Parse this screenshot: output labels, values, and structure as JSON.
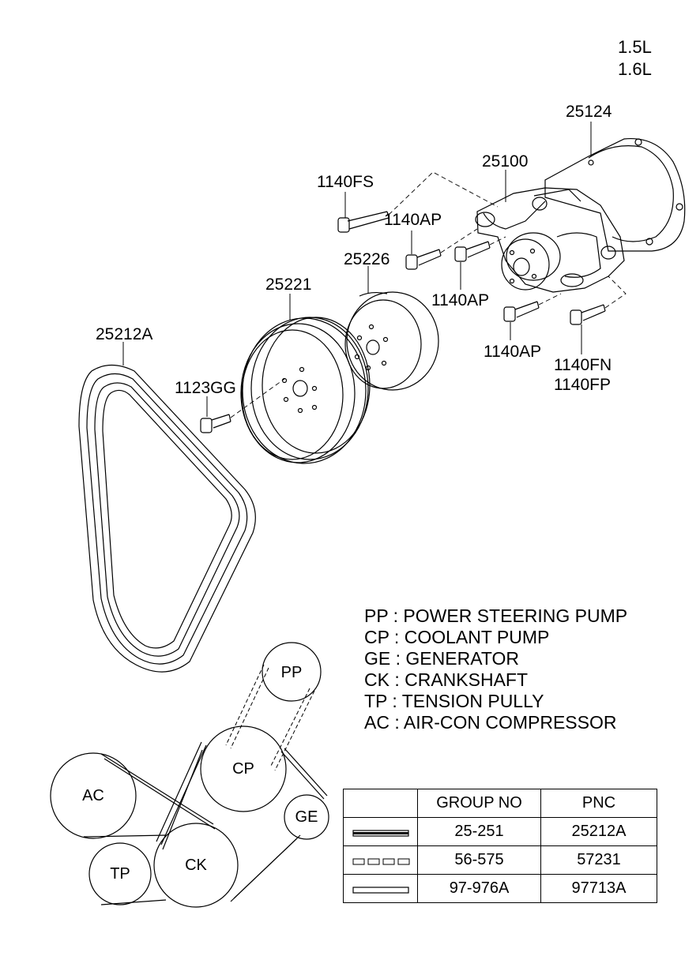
{
  "engine": {
    "line1": "1.5L",
    "line2": "1.6L"
  },
  "parts": {
    "p25124": "25124",
    "p25100": "25100",
    "p1140FS": "1140FS",
    "p1140AP_a": "1140AP",
    "p1140AP_b": "1140AP",
    "p1140AP_c": "1140AP",
    "p25226": "25226",
    "p25221": "25221",
    "p25212A": "25212A",
    "p1123GG": "1123GG",
    "p1140FN": "1140FN",
    "p1140FP": "1140FP"
  },
  "legend": [
    "PP : POWER STEERING PUMP",
    "CP : COOLANT PUMP",
    "GE : GENERATOR",
    "CK : CRANKSHAFT",
    "TP : TENSION PULLY",
    "AC : AIR-CON COMPRESSOR"
  ],
  "pulleys": {
    "pp": "PP",
    "cp": "CP",
    "ge": "GE",
    "ac": "AC",
    "tp": "TP",
    "ck": "CK"
  },
  "table": {
    "headers": [
      "",
      "GROUP NO",
      "PNC"
    ],
    "rows": [
      {
        "group": "25-251",
        "pnc": "25212A"
      },
      {
        "group": "56-575",
        "pnc": "57231"
      },
      {
        "group": "97-976A",
        "pnc": "97713A"
      }
    ]
  }
}
